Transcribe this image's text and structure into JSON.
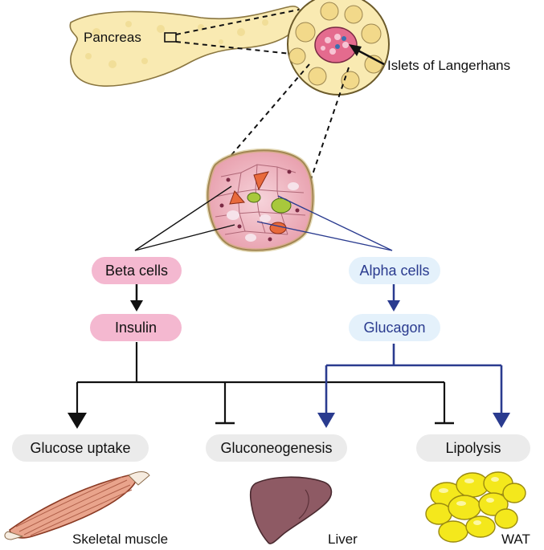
{
  "labels": {
    "pancreas": "Pancreas",
    "islets": "Islets of Langerhans",
    "skeletal_muscle": "Skeletal muscle",
    "liver": "Liver",
    "wat": "WAT"
  },
  "nodes": {
    "beta_cells": "Beta cells",
    "insulin": "Insulin",
    "alpha_cells": "Alpha cells",
    "glucagon": "Glucagon",
    "glucose_uptake": "Glucose uptake",
    "gluconeogenesis": "Gluconeogenesis",
    "lipolysis": "Lipolysis"
  },
  "colors": {
    "insulin_path": "#111111",
    "glucagon_path": "#2a3b8f",
    "beta_fill": "#f4b8d0",
    "alpha_fill": "#e4f1fb",
    "target_fill": "#ebebeb",
    "pancreas_fill": "#f9eab2",
    "muscle_fill": "#e9a48c",
    "liver_fill": "#8e5a64",
    "fat_fill": "#f4e81c"
  },
  "icons": {
    "pancreas": "pancreas-organ-icon",
    "islet_section": "islet-cross-section-icon",
    "islet_cells": "islet-cells-icon",
    "muscle": "skeletal-muscle-icon",
    "liver": "liver-icon",
    "fat": "adipose-tissue-icon"
  }
}
